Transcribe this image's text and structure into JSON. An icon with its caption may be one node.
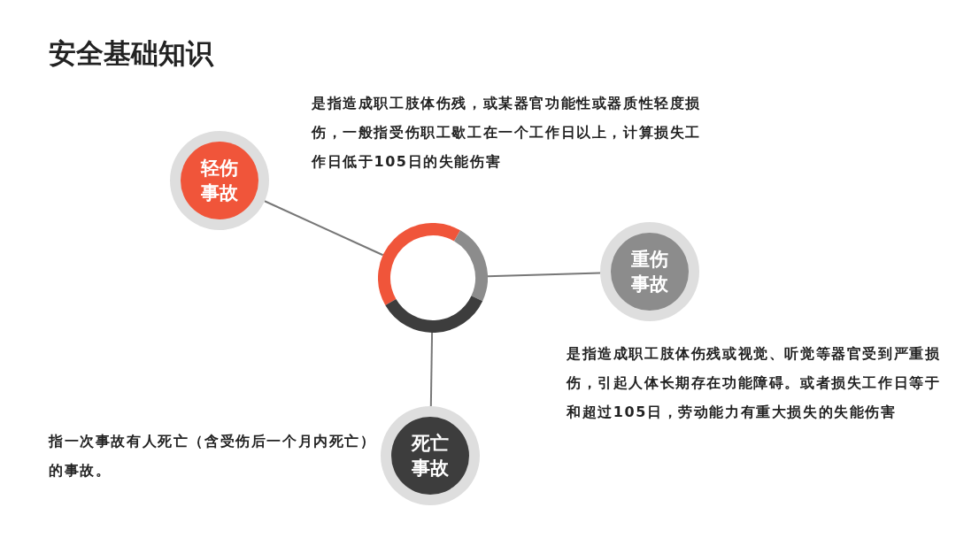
{
  "diagram": {
    "title": "安全基础知识",
    "nodes": [
      {
        "text": [],
        "shape": "circle"
      },
      {
        "text": [
          "轻伤事故"
        ],
        "beside": [
          "是指造成职工肢体伤残，或某器官功能性或器质性轻度损伤，一般指受伤职工歇工在一个工作日以上，计算损失工作日低于105日的失能伤害"
        ]
      },
      {
        "text": [
          "重伤事故"
        ],
        "beside": [
          "是指造成职工肢体伤残或视觉、听觉等器官受到严重损伤，引起人体长期存在功能障碍。或者损失工作日等于和超过105日，劳动能力有重大损失的失能伤害"
        ]
      },
      {
        "text": [
          "死亡事故"
        ],
        "beside": [
          "指一次事故有人死亡（含受伤后一个月内死亡）的事故。"
        ]
      }
    ],
    "edges": [
      {
        "from": 0,
        "to": 1,
        "arrow": "none"
      },
      {
        "from": 0,
        "to": 2,
        "arrow": "none"
      },
      {
        "from": 0,
        "to": 3,
        "arrow": "none"
      }
    ]
  }
}
